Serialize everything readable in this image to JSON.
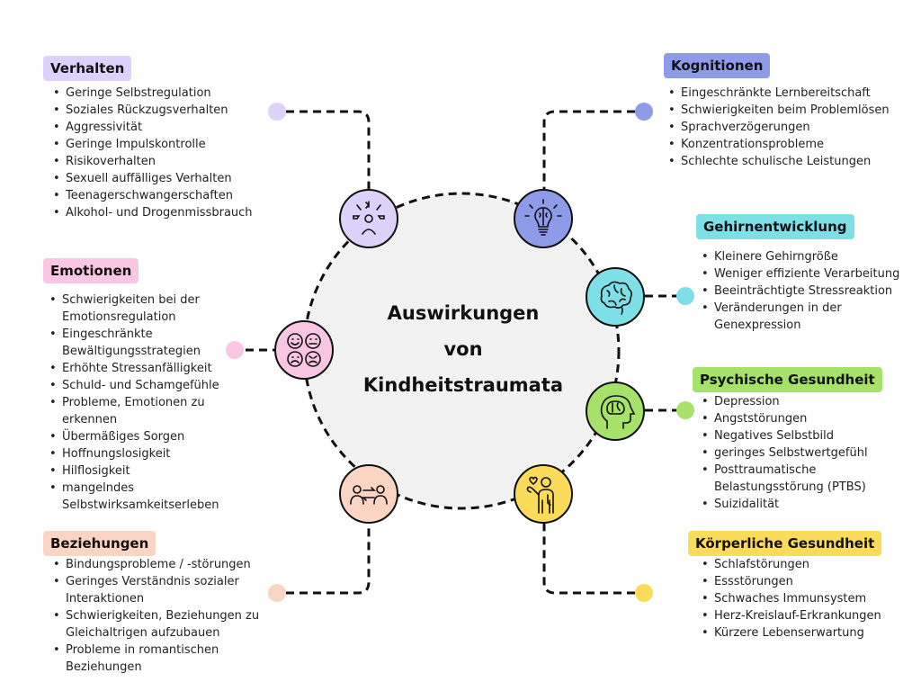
{
  "title": {
    "line1": "Auswirkungen",
    "line2": "von",
    "line3": "Kindheitstraumata"
  },
  "sections": {
    "verhalten": {
      "label": "Verhalten",
      "color": "#ddd2fb",
      "icon": "behavior-icon",
      "items": [
        "Geringe Selbstregulation",
        "Soziales Rückzugsverhalten",
        "Aggressivität",
        "Geringe Impulskontrolle",
        "Risikoverhalten",
        "Sexuell auffälliges Verhalten",
        "Teenagerschwangerschaften",
        "Alkohol- und Drogenmissbrauch"
      ]
    },
    "emotionen": {
      "label": "Emotionen",
      "color": "#f9c7e3",
      "icon": "emotion-faces-icon",
      "items": [
        "Schwierigkeiten bei der Emotionsregulation",
        "Eingeschränkte Bewältigungsstrategien",
        "Erhöhte Stressanfälligkeit",
        "Schuld- und Schamgefühle",
        "Probleme, Emotionen zu erkennen",
        "Übermäßiges Sorgen",
        "Hoffnungslosigkeit",
        "Hilflosigkeit",
        "mangelndes Selbstwirksamkeitserleben"
      ]
    },
    "beziehungen": {
      "label": "Beziehungen",
      "color": "#fbd5c4",
      "icon": "relationship-exchange-icon",
      "items": [
        "Bindungsprobleme / -störungen",
        "Geringes Verständnis sozialer Interaktionen",
        "Schwierigkeiten, Beziehungen zu Gleichaltrigen aufzubauen",
        "Probleme in romantischen Beziehungen"
      ]
    },
    "kognitionen": {
      "label": "Kognitionen",
      "color": "#8e9be8",
      "icon": "lightbulb-brain-icon",
      "items": [
        "Eingeschränkte Lernbereitschaft",
        "Schwierigkeiten beim Problemlösen",
        "Sprachverzögerungen",
        "Konzentrationsprobleme",
        "Schlechte schulische Leistungen"
      ]
    },
    "gehirn": {
      "label": "Gehirnentwicklung",
      "color": "#7ee0e6",
      "icon": "brain-icon",
      "items": [
        "Kleinere Gehirngröße",
        "Weniger effiziente Verarbeitung",
        "Beeinträchtigte Stressreaktion",
        "Veränderungen in der Genexpression"
      ]
    },
    "psyche": {
      "label": "Psychische Gesundheit",
      "color": "#a6e26a",
      "icon": "head-brain-icon",
      "items": [
        "Depression",
        "Angststörungen",
        "Negatives Selbstbild",
        "geringes Selbstwertgefühl",
        "Posttraumatische Belastungsstörung (PTBS)",
        "Suizidalität"
      ]
    },
    "koerper": {
      "label": "Körperliche Gesundheit",
      "color": "#fbdc5a",
      "icon": "doctor-icon",
      "items": [
        "Schlafstörungen",
        "Essstörungen",
        "Schwaches Immunsystem",
        "Herz-Kreislauf-Erkrankungen",
        "Kürzere Lebenserwartung"
      ]
    }
  }
}
